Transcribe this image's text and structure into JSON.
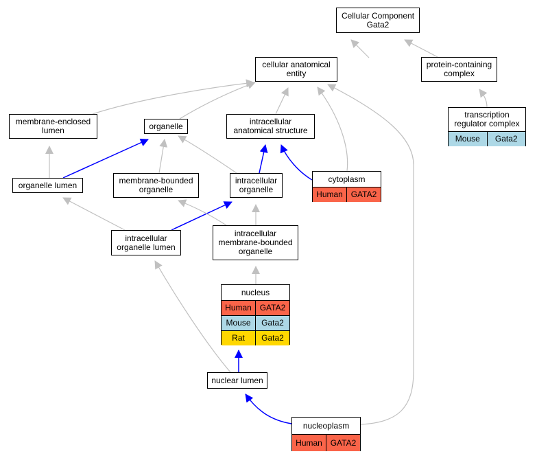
{
  "colors": {
    "human": "#fa6449",
    "mouse": "#add8e6",
    "rat": "#ffd700",
    "edge_grey": "#c0c0c0",
    "edge_blue": "#0000ff"
  },
  "nodes": {
    "root": {
      "label": "Cellular Component\nGata2"
    },
    "cae": {
      "label": "cellular anatomical\nentity"
    },
    "pcc": {
      "label": "protein-containing\ncomplex"
    },
    "trc": {
      "label": "transcription\nregulator complex",
      "rows": [
        [
          "Mouse",
          "Gata2",
          "mouse"
        ]
      ]
    },
    "mel": {
      "label": "membrane-enclosed\nlumen"
    },
    "org": {
      "label": "organelle"
    },
    "ias": {
      "label": "intracellular\nanatomical structure"
    },
    "cyto": {
      "label": "cytoplasm",
      "rows": [
        [
          "Human",
          "GATA2",
          "human"
        ]
      ]
    },
    "ol": {
      "label": "organelle lumen"
    },
    "mbo": {
      "label": "membrane-bounded\norganelle"
    },
    "io": {
      "label": "intracellular\norganelle"
    },
    "iol": {
      "label": "intracellular\norganelle lumen"
    },
    "imbo": {
      "label": "intracellular\nmembrane-bounded\norganelle"
    },
    "nuc": {
      "label": "nucleus",
      "rows": [
        [
          "Human",
          "GATA2",
          "human"
        ],
        [
          "Mouse",
          "Gata2",
          "mouse"
        ],
        [
          "Rat",
          "Gata2",
          "rat"
        ]
      ]
    },
    "nl": {
      "label": "nuclear lumen"
    },
    "np": {
      "label": "nucleoplasm",
      "rows": [
        [
          "Human",
          "GATA2",
          "human"
        ]
      ]
    }
  }
}
